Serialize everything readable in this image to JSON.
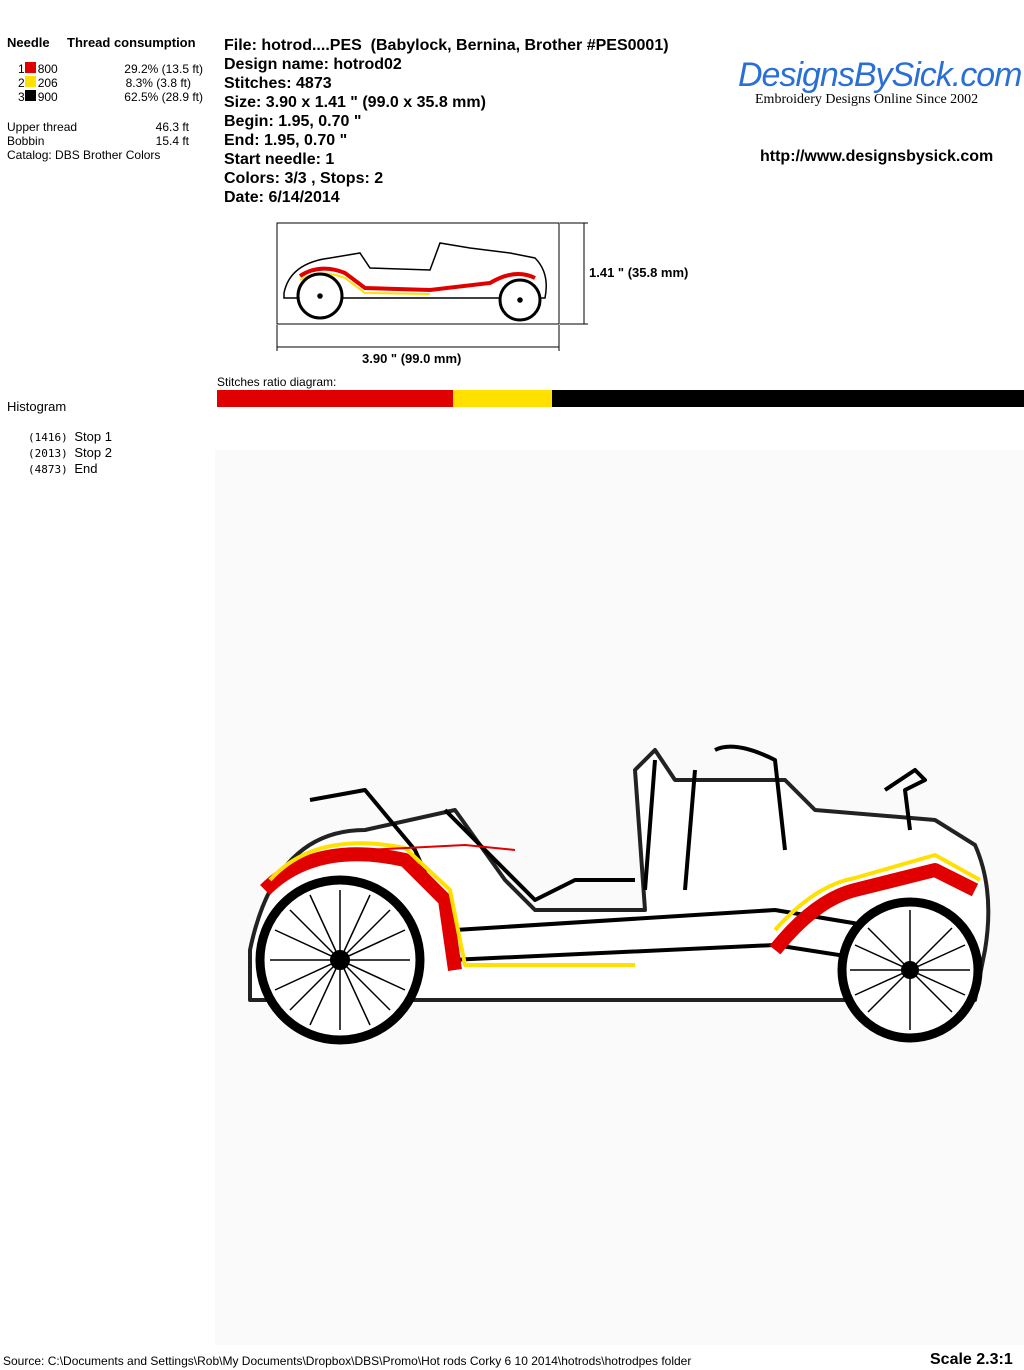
{
  "left": {
    "needle_header": "Needle",
    "thread_header": "Thread consumption",
    "threads": [
      {
        "n": "1",
        "code": "800",
        "color": "#e00000",
        "pct": "29.2% (13.5 ft)"
      },
      {
        "n": "2",
        "code": "206",
        "color": "#ffe000",
        "pct": "8.3% (3.8 ft)"
      },
      {
        "n": "3",
        "code": "900",
        "color": "#000000",
        "pct": "62.5% (28.9 ft)"
      }
    ],
    "upper_label": "Upper thread",
    "upper_value": "46.3 ft",
    "bobbin_label": "Bobbin",
    "bobbin_value": "15.4 ft",
    "catalog": "Catalog: DBS Brother Colors",
    "histogram_title": "Histogram",
    "stops": [
      {
        "count": "(1416)",
        "label": "Stop 1"
      },
      {
        "count": "(2013)",
        "label": "Stop 2"
      },
      {
        "count": "(4873)",
        "label": "End"
      }
    ]
  },
  "info": {
    "file": "File: hotrod....PES  (Babylock, Bernina, Brother #PES0001)",
    "design": "Design name: hotrod02",
    "stitches": "Stitches: 4873",
    "size": "Size: 3.90 x 1.41 \" (99.0 x 35.8 mm)",
    "begin": "Begin: 1.95, 0.70 \"",
    "end": "End: 1.95, 0.70 \"",
    "start_needle": "Start needle: 1",
    "colors": "Colors: 3/3 , Stops: 2",
    "date": "Date: 6/14/2014"
  },
  "logo": {
    "name": "DesignsBySick.com",
    "tagline": "Embroidery Designs Online Since 2002",
    "url": "http://www.designsbysick.com"
  },
  "preview": {
    "height_label": "1.41 \" (35.8 mm)",
    "width_label": "3.90 \" (99.0 mm)"
  },
  "ratio": {
    "label": "Stitches ratio diagram:",
    "segments": [
      {
        "color": "#e00000",
        "pct": 29.2
      },
      {
        "color": "#ffe000",
        "pct": 8.3
      },
      {
        "color": "#000000",
        "pct": 62.5
      }
    ]
  },
  "footer": {
    "source": "Source: C:\\Documents and Settings\\Rob\\My Documents\\Dropbox\\DBS\\Promo\\Hot rods Corky 6 10 2014\\hotrods\\hotrodpes folder",
    "scale": "Scale 2.3:1"
  }
}
